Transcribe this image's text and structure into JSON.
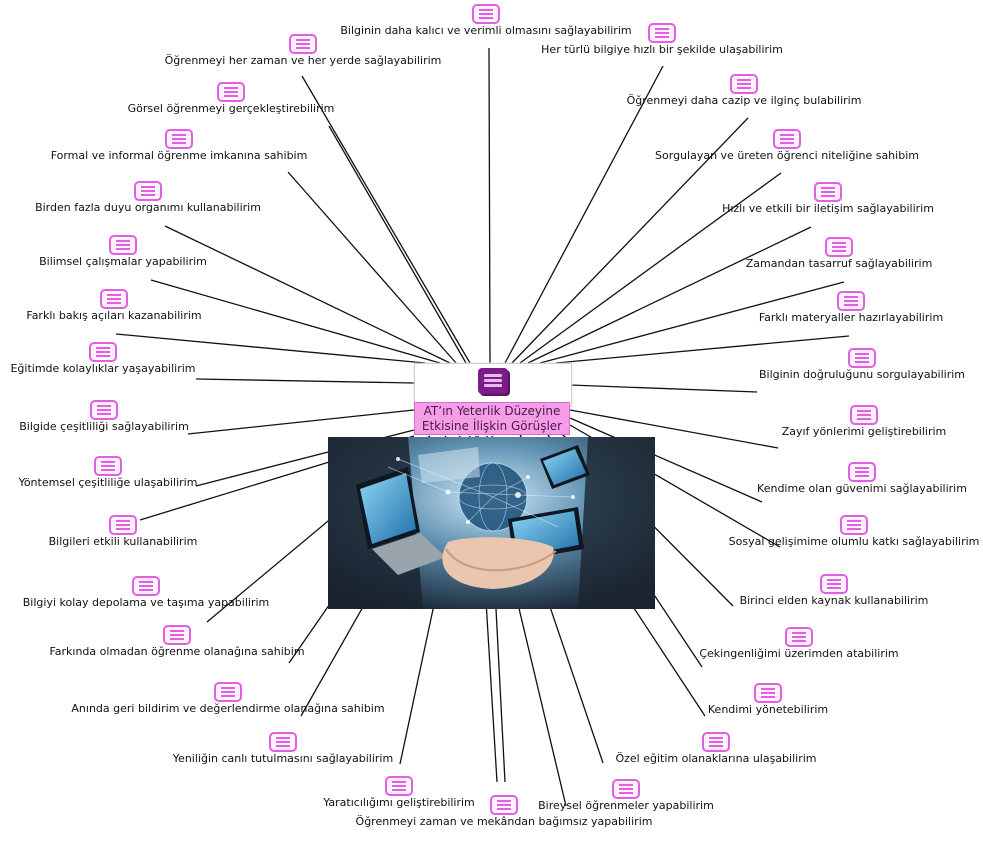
{
  "center": {
    "title_line1": "AT’ın Yeterlik Düzeyine",
    "title_line2": "Etkisine İlişkin Görüşler",
    "icon": "document-icon",
    "color": "#f59de7"
  },
  "node_icon": "list-note-icon",
  "node_icon_color": "#e35ee3",
  "nodes": [
    {
      "label": "Bilginin daha kalıcı ve verimli olmasını sağlayabilirim"
    },
    {
      "label": "Her türlü bilgiye hızlı bir şekilde ulaşabilirim"
    },
    {
      "label": "Öğrenmeyi her zaman ve her yerde sağlayabilirim"
    },
    {
      "label": "Öğrenmeyi daha cazip ve ilginç bulabilirim"
    },
    {
      "label": "Görsel öğrenmeyi gerçekleştirebilirim"
    },
    {
      "label": "Sorgulayan ve üreten öğrenci niteliğine sahibim"
    },
    {
      "label": "Formal ve informal öğrenme imkanına sahibim"
    },
    {
      "label": "Hızlı ve etkili bir iletişim sağlayabilirim"
    },
    {
      "label": "Birden fazla duyu organımı kullanabilirim"
    },
    {
      "label": "Zamandan tasarruf sağlayabilirim"
    },
    {
      "label": "Bilimsel çalışmalar yapabilirim"
    },
    {
      "label": "Farklı materyaller hazırlayabilirim"
    },
    {
      "label": "Farklı bakış açıları kazanabilirim"
    },
    {
      "label": "Bilginin doğruluğunu sorgulayabilirim"
    },
    {
      "label": "Eğitimde kolaylıklar yaşayabilirim"
    },
    {
      "label": "Zayıf yönlerimi geliştirebilirim"
    },
    {
      "label": "Bilgide çeşitliliği sağlayabilirim"
    },
    {
      "label": "Kendime olan güvenimi sağlayabilirim"
    },
    {
      "label": "Yöntemsel çeşitliliğe ulaşabilirim"
    },
    {
      "label": "Sosyal gelişimime olumlu katkı sağlayabilirim"
    },
    {
      "label": "Bilgileri etkili kullanabilirim"
    },
    {
      "label": "Birinci elden kaynak kullanabilirim"
    },
    {
      "label": "Bilgiyi kolay depolama ve taşıma yapabilirim"
    },
    {
      "label": "Çekingenliğimi üzerimden atabilirim"
    },
    {
      "label": "Farkında olmadan öğrenme olanağına sahibim"
    },
    {
      "label": "Kendimi yönetebilirim"
    },
    {
      "label": "Anında geri bildirim ve değerlendirme olanağına sahibim"
    },
    {
      "label": "Özel eğitim olanaklarına ulaşabilirim"
    },
    {
      "label": "Yeniliğin canlı tutulmasını sağlayabilirim"
    },
    {
      "label": "Bireysel öğrenmeler yapabilirim"
    },
    {
      "label": "Yaratıcılığımı geliştirebilirim"
    },
    {
      "label": "Öğrenmeyi zaman ve mekândan bağımsız yapabilirim"
    }
  ]
}
